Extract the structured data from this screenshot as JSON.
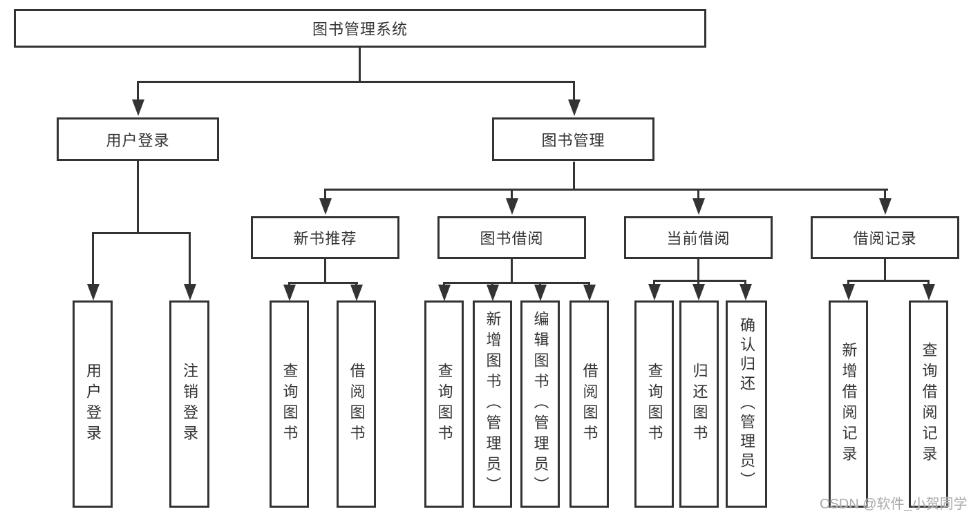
{
  "diagram": {
    "title": "图书管理系统",
    "line_color": "#333333",
    "text_color": "#333333",
    "nodes": {
      "root": "图书管理系统",
      "user_login": "用户登录",
      "book_mgmt": "图书管理",
      "new_book_rec": "新书推荐",
      "book_borrow": "图书借阅",
      "current_borrow": "当前借阅",
      "borrow_record": "借阅记录",
      "ul_leaf_login": "用户登录",
      "ul_leaf_logout": "注销登录",
      "nbr_leaf_query": "查询图书",
      "nbr_leaf_borrow": "借阅图书",
      "bb_leaf_query": "查询图书",
      "bb_leaf_add": "新增图书（管理员）",
      "bb_leaf_edit": "编辑图书（管理员）",
      "bb_leaf_borrow": "借阅图书",
      "cb_leaf_query": "查询图书",
      "cb_leaf_return": "归还图书",
      "cb_leaf_confirm": "确认归还（管理员）",
      "br_leaf_add": "新增借阅记录",
      "br_leaf_query": "查询借阅记录"
    },
    "watermark": "CSDN @软件_小贺同学"
  }
}
